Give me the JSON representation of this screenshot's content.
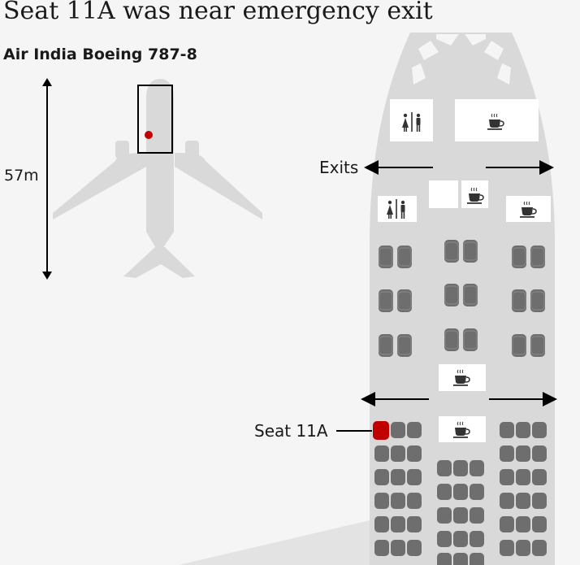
{
  "title": "Seat 11A was near emergency exit",
  "subtitle": "Air India Boeing 787-8",
  "length_label": "57m",
  "exits_label": "Exits",
  "seat_label": "Seat 11A",
  "icons": [
    "restroom-icon",
    "coffee-cup-icon",
    "arrow-icon"
  ],
  "colors": {
    "background": "#f5f5f5",
    "fuselage": "#d9d9d9",
    "seat": "#6e6e6e",
    "highlight": "#c00000",
    "text": "#1a1a1a"
  }
}
